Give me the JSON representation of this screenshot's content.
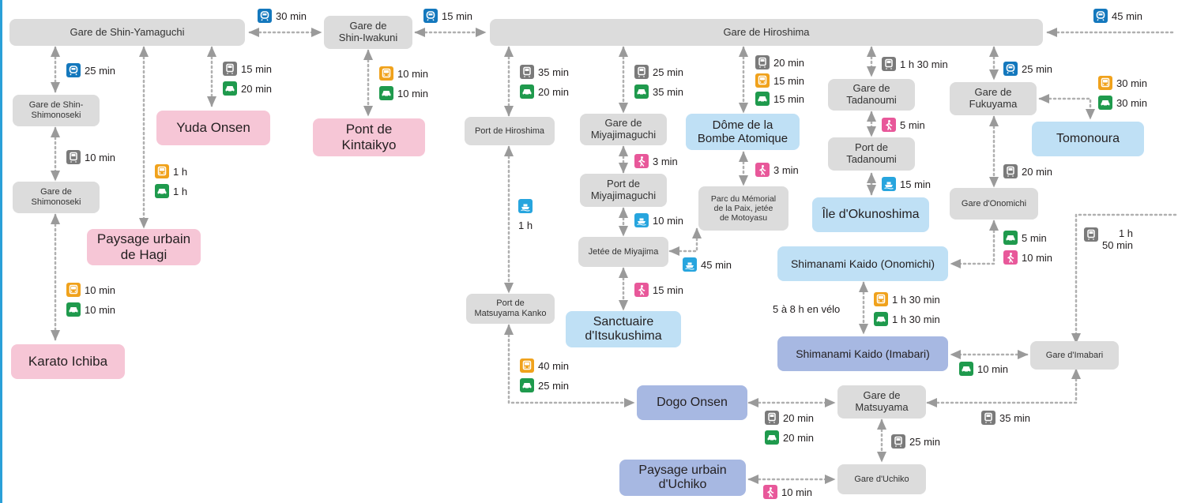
{
  "colors": {
    "station": "#dcdcdc",
    "pink_destination": "#f6c6d6",
    "blue_destination": "#bfe0f5",
    "violet_destination": "#a7b8e2",
    "connector": "#b0b0b0",
    "frame_accent": "#2aa0d8"
  },
  "icons": {
    "train": "train-icon",
    "shinkansen": "shinkansen-icon",
    "bus": "bus-icon",
    "car": "car-icon",
    "walk": "walking-icon",
    "ferry": "ferry-icon"
  },
  "nodes": {
    "shin_yamaguchi": "Gare de Shin-Yamaguchi",
    "shin_iwakuni": "Gare de\nShin-Iwakuni",
    "hiroshima": "Gare de Hiroshima",
    "shin_shimonoseki": "Gare de Shin-\nShimonoseki",
    "shimonoseki": "Gare de\nShimonoseki",
    "yuda": "Yuda Onsen",
    "kintaikyo": "Pont de\nKintaikyo",
    "hagi": "Paysage urbain\nde Hagi",
    "karato": "Karato Ichiba",
    "port_hiroshima": "Port de Hiroshima",
    "miyajimaguchi_station": "Gare de\nMiyajimaguchi",
    "miyajimaguchi_port": "Port de\nMiyajimaguchi",
    "miyajima_pier": "Jetée de Miyajima",
    "itsukushima": "Sanctuaire\nd'Itsukushima",
    "dome": "Dôme de la\nBombe Atomique",
    "peace_park": "Parc du Mémorial\nde la Paix, jetée\nde Motoyasu",
    "tadanoumi_station": "Gare de\nTadanoumi",
    "tadanoumi_port": "Port de\nTadanoumi",
    "okunoshima": "Île d'Okunoshima",
    "fukuyama": "Gare de\nFukuyama",
    "tomonoura": "Tomonoura",
    "onomichi": "Gare d'Onomichi",
    "shimanami_onomichi": "Shimanami Kaido (Onomichi)",
    "shimanami_imabari": "Shimanami Kaido (Imabari)",
    "imabari": "Gare d'Imabari",
    "matsuyama_kanko": "Port de\nMatsuyama Kanko",
    "dogo": "Dogo Onsen",
    "matsuyama": "Gare de\nMatsuyama",
    "uchiko_station": "Gare d'Uchiko",
    "uchiko": "Paysage urbain\nd'Uchiko"
  },
  "times": {
    "yamaguchi_iwakuni": "30 min",
    "iwakuni_hiroshima": "15 min",
    "hiroshima_east": "45 min",
    "yamaguchi_shimonoseki": "25 min",
    "yamaguchi_yuda_train": "15 min",
    "yamaguchi_yuda_car": "20 min",
    "iwakuni_kintaikyo_bus": "10 min",
    "iwakuni_kintaikyo_car": "10 min",
    "shinshimonoseki_shimonoseki": "10 min",
    "yamaguchi_hagi_bus": "1 h",
    "yamaguchi_hagi_car": "1 h",
    "shimonoseki_karato_bus": "10 min",
    "shimonoseki_karato_car": "10 min",
    "hiroshima_port_train": "35 min",
    "hiroshima_port_car": "20 min",
    "hiroshima_miyajimaguchi_train": "25 min",
    "hiroshima_miyajimaguchi_car": "35 min",
    "hiroshima_dome_train": "20 min",
    "hiroshima_dome_bus": "15 min",
    "hiroshima_dome_car": "15 min",
    "hiroshima_tadanoumi": "1 h 30 min",
    "hiroshima_fukuyama": "25 min",
    "fukuyama_tomonoura_bus": "30 min",
    "fukuyama_tomonoura_car": "30 min",
    "miyajimaguchi_walk": "3 min",
    "dome_park_walk": "3 min",
    "tadanoumi_walk": "5 min",
    "fukuyama_onomichi": "20 min",
    "port_hiroshima_ferry": "1 h",
    "tadanoumi_okunoshima": "15 min",
    "miyajimaguchi_pier_ferry": "10 min",
    "park_pier_ferry": "45 min",
    "pier_itsukushima_walk": "15 min",
    "onomichi_shimanami_car": "5 min",
    "onomichi_shimanami_walk": "10 min",
    "east_imabari_train": "1 h\n50 min",
    "shimanami_bike": "5 à 8 h en vélo",
    "shimanami_bus": "1 h 30 min",
    "shimanami_car": "1 h 30 min",
    "imabari_shimanami_car": "10 min",
    "kanko_dogo_bus": "40 min",
    "kanko_dogo_car": "25 min",
    "matsuyama_imabari_train": "35 min",
    "dogo_matsuyama_train": "20 min",
    "dogo_matsuyama_car": "20 min",
    "matsuyama_uchiko_train": "25 min",
    "uchiko_walk": "10 min"
  }
}
